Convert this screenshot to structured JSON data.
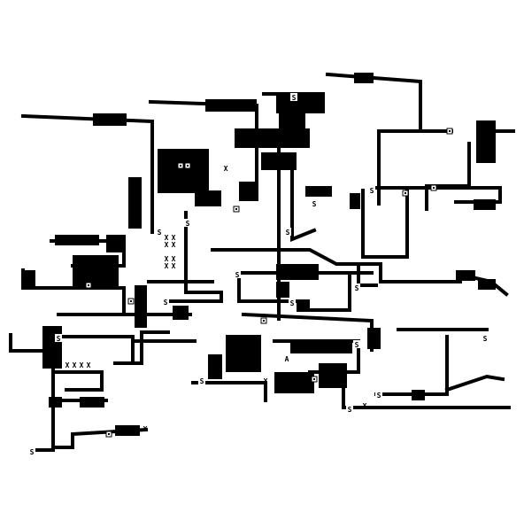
{
  "game": {
    "colors": {
      "background": "#ffffff",
      "ink": "#000000"
    },
    "markers": {
      "stop": "S",
      "arrival": "A",
      "crossing": "X",
      "hub_icon": "square-dot-icon"
    }
  }
}
